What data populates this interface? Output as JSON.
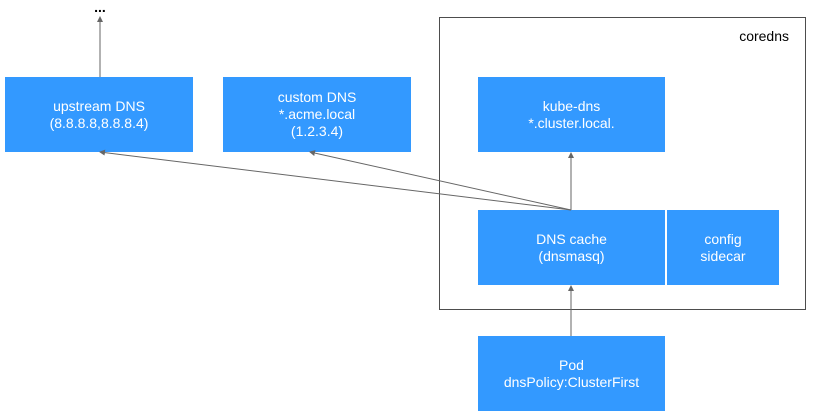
{
  "colors": {
    "node": "#3399ff",
    "edge": "#666666",
    "border": "#4d4d4d",
    "text": "#ffffff"
  },
  "ellipsis": "...",
  "group": {
    "label": "coredns"
  },
  "nodes": {
    "upstream": {
      "line1": "upstream DNS",
      "line2": "(8.8.8.8,8.8.8.4)"
    },
    "custom": {
      "line1": "custom DNS",
      "line2": "*.acme.local",
      "line3": "(1.2.3.4)"
    },
    "kubedns": {
      "line1": "kube-dns",
      "line2": "*.cluster.local."
    },
    "cache": {
      "line1": "DNS cache",
      "line2": "(dnsmasq)"
    },
    "sidecar": {
      "line1": "config",
      "line2": "sidecar"
    },
    "pod": {
      "line1": "Pod",
      "line2": "dnsPolicy:ClusterFirst"
    }
  },
  "edges": [
    {
      "from": "cache",
      "to": "upstream"
    },
    {
      "from": "cache",
      "to": "custom"
    },
    {
      "from": "cache",
      "to": "kubedns"
    },
    {
      "from": "pod",
      "to": "cache"
    },
    {
      "from": "upstream",
      "to": "ellipsis"
    }
  ]
}
